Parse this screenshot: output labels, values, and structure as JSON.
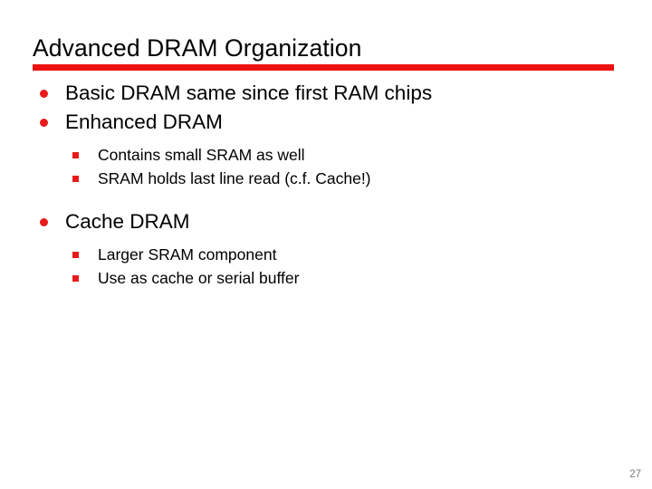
{
  "slide": {
    "title": "Advanced DRAM Organization",
    "accent_color": "#ED1111",
    "bullet_color": "#E81B1B",
    "background_color": "#FFFFFF",
    "text_color": "#000000",
    "page_number": "27",
    "page_number_color": "#7A7A7A",
    "outline": [
      {
        "level": 1,
        "marker": "round-bullet",
        "text": "Basic DRAM same since first RAM chips"
      },
      {
        "level": 1,
        "marker": "round-bullet",
        "text": "Enhanced DRAM"
      },
      {
        "level": 2,
        "marker": "square-bullet",
        "text": "Contains small SRAM as well"
      },
      {
        "level": 2,
        "marker": "square-bullet",
        "text": "SRAM holds last line read (c.f. Cache!)"
      },
      {
        "level": 1,
        "marker": "round-bullet",
        "text": "Cache DRAM"
      },
      {
        "level": 2,
        "marker": "square-bullet",
        "text": "Larger SRAM component"
      },
      {
        "level": 2,
        "marker": "square-bullet",
        "text": "Use as cache or serial buffer"
      }
    ]
  }
}
